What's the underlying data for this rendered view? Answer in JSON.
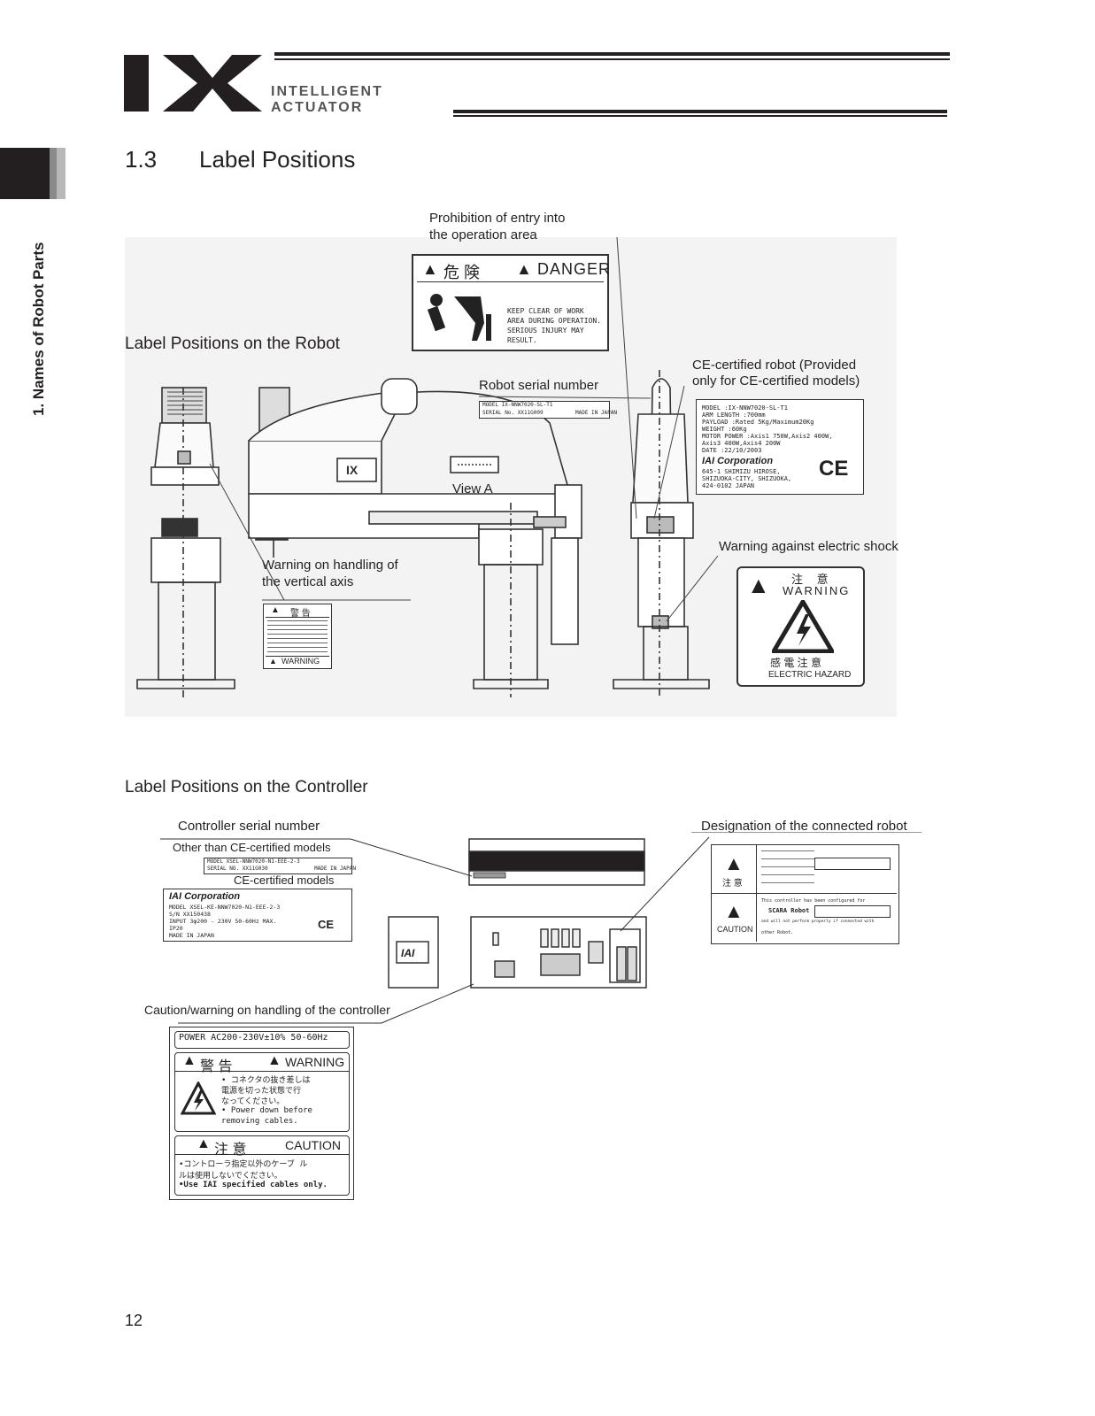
{
  "header": {
    "logo_letters": "IX",
    "logo_line1": "INTELLIGENT",
    "logo_line2": "ACTUATOR"
  },
  "sidebar": {
    "chapter_label": "1. Names of Robot Parts"
  },
  "section": {
    "number": "1.3",
    "title": "Label Positions"
  },
  "robot": {
    "heading": "Label Positions on the Robot",
    "callout_prohibition_line1": "Prohibition of entry into",
    "callout_prohibition_line2": "the operation area",
    "callout_serial": "Robot serial number",
    "callout_ce_line1": "CE-certified robot (Provided",
    "callout_ce_line2": "only for CE-certified models)",
    "callout_view_a": "View A",
    "callout_vertical_line1": "Warning on handling of",
    "callout_vertical_line2": "the vertical axis",
    "callout_shock": "Warning against electric shock",
    "danger_label": {
      "jp": "危 険",
      "en": "DANGER",
      "lines": [
        "KEEP CLEAR OF WORK",
        "AREA DURING OPERATION.",
        "SERIOUS INJURY MAY",
        "RESULT."
      ]
    },
    "serial_label": {
      "model": "MODEL  IX-NNW7020-SL-T1",
      "serial": "SERIAL No.  XX11G009",
      "made": "MADE IN JAPAN"
    },
    "ce_label": {
      "lines": [
        "MODEL       :IX-NNW7020-SL-T1",
        "ARM LENGTH  :700mm",
        "PAYLOAD     :Rated 5Kg/Maximum20Kg",
        "WEIGHT      :60Kg",
        "MOTOR POWER :Axis1 750W,Axis2 400W,",
        "             Axis3 400W,Axis4 200W",
        "DATE        :22/10/2003"
      ],
      "company": "IAI Corporation",
      "address": [
        "645-1 SHIMIZU HIROSE,",
        "SHIZUOKA-CITY, SHIZUOKA,",
        "424-0102 JAPAN"
      ],
      "ce_mark": "CE"
    },
    "vertical_label": {
      "jp": "警 告",
      "en": "WARNING"
    },
    "shock_label": {
      "jp_top": "注 意",
      "en_top": "WARNING",
      "jp_bottom": "感 電 注 意",
      "en_bottom": "ELECTRIC HAZARD"
    }
  },
  "controller": {
    "heading": "Label Positions on the Controller",
    "callout_serial": "Controller serial number",
    "callout_non_ce": "Other than CE-certified models",
    "callout_ce": "CE-certified models",
    "callout_designation": "Designation of the connected robot",
    "callout_caution": "Caution/warning on handling of the controller",
    "non_ce_label": {
      "line1": "MODEL  XSEL-NNW7020-N1-EEE-2-3",
      "line2": "SERIAL NO.  XX11G030",
      "made": "MADE IN JAPAN"
    },
    "ce_label": {
      "company": "IAI Corporation",
      "lines": [
        "MODEL  XSEL-KE-NNW7020-N1-EEE-2-3",
        "S/N    XX150438",
        "INPUT  3φ200 - 230V 50-60Hz MAX.",
        "       IP20",
        "MADE IN JAPAN"
      ],
      "ce_mark": "CE"
    },
    "designation_label": {
      "jp_caution": "注 意",
      "en_caution": "CAUTION",
      "robot_type": "SCARA Robot",
      "en_line": "This controller has been configured for",
      "en_line2": "and will not perform properly if connected with",
      "en_line3": "other Robot."
    },
    "caution_label": {
      "power": "POWER  AC200-230V±10% 50-60Hz",
      "warn_jp": "警 告",
      "warn_en": "WARNING",
      "warn_lines": [
        "• コネクタの抜き差しは",
        "  電源を切った状態で行",
        "  なってください。",
        "• Power down before",
        "  removing cables."
      ],
      "caution_jp": "注 意",
      "caution_en": "CAUTION",
      "caution_lines": [
        "•コントローラ指定以外のケーブ ル",
        " ルは使用しないでください。",
        "•Use IAI specified cables only."
      ]
    },
    "front_logo": "IAI"
  },
  "footer": {
    "page_number": "12"
  }
}
